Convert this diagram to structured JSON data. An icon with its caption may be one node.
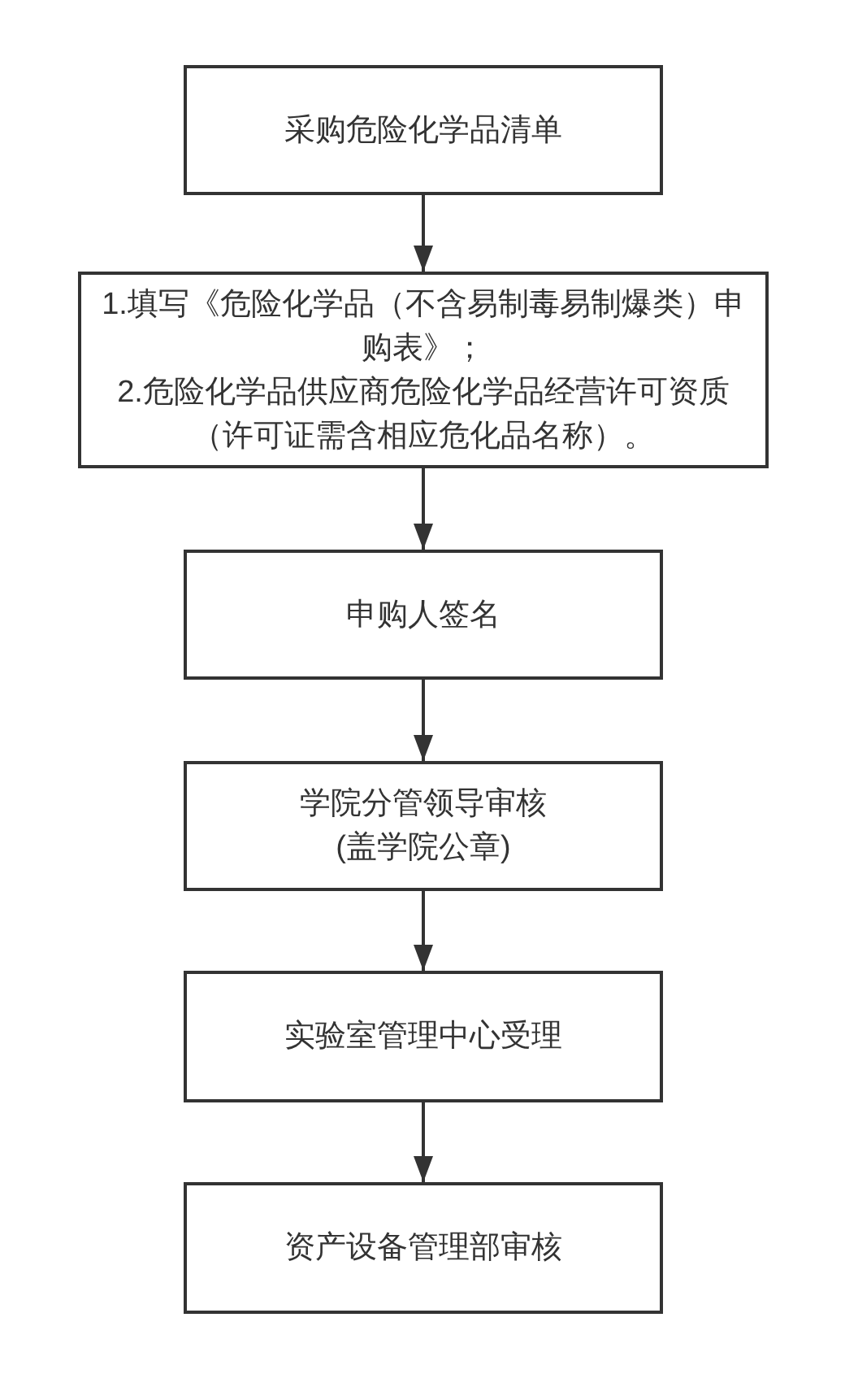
{
  "diagram": {
    "nodes": [
      {
        "text": [
          "采购危险化学品清单"
        ]
      },
      {
        "text": [
          "1.填写《危险化学品（不含易制毒易制爆类）申购表》；",
          "2.危险化学品供应商危险化学品经营许可资质（许可证需含相应危化品名称）。"
        ]
      },
      {
        "text": [
          "申购人签名"
        ]
      },
      {
        "text": [
          "学院分管领导审核(盖学院公章)"
        ]
      },
      {
        "text": [
          "实验室管理中心受理"
        ]
      },
      {
        "text": [
          "资产设备管理部审核"
        ]
      }
    ],
    "edges": [
      {
        "from": 0,
        "to": 1,
        "arrow": "to"
      },
      {
        "from": 1,
        "to": 2,
        "arrow": "to"
      },
      {
        "from": 2,
        "to": 3,
        "arrow": "to"
      },
      {
        "from": 3,
        "to": 4,
        "arrow": "to"
      },
      {
        "from": 4,
        "to": 5,
        "arrow": "to"
      }
    ]
  }
}
